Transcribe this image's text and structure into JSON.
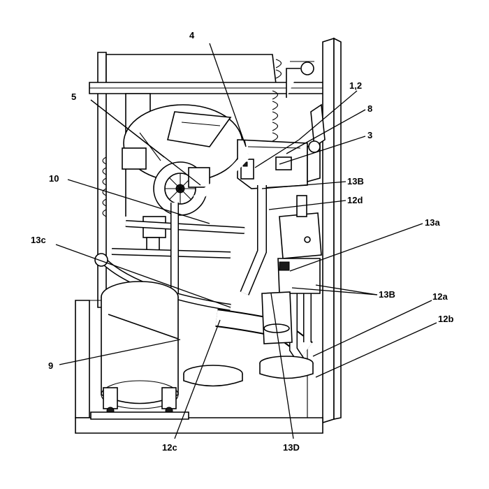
{
  "callouts": {
    "c4": "4",
    "c1_2": "1,2",
    "c5": "5",
    "c8": "8",
    "c3": "3",
    "c13B_top": "13B",
    "c10": "10",
    "c12d": "12d",
    "c13a": "13a",
    "c13c": "13c",
    "c13B_mid": "13B",
    "c12a": "12a",
    "c12b": "12b",
    "c9": "9",
    "c12c": "12c",
    "c13D": "13D"
  }
}
